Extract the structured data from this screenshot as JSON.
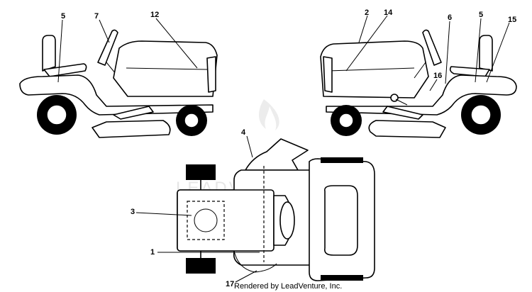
{
  "callouts": {
    "c1": "1",
    "c2": "2",
    "c3": "3",
    "c4": "4",
    "c5_left": "5",
    "c5_right": "5",
    "c6": "6",
    "c7": "7",
    "c12": "12",
    "c14": "14",
    "c15": "15",
    "c16": "16",
    "c17": "17"
  },
  "watermark": "LEADVENTURE",
  "credit": "Rendered by LeadVenture, Inc."
}
